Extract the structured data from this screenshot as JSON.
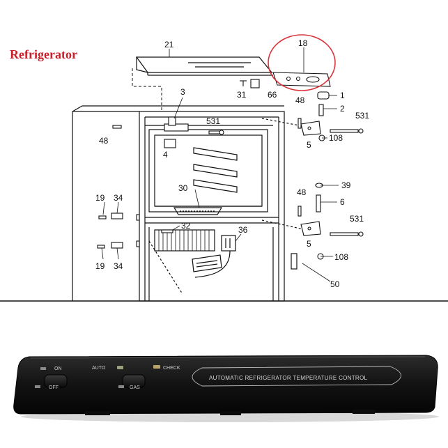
{
  "title": "Refrigerator",
  "colors": {
    "title": "#c8202a",
    "highlight_circle": "#d9363e",
    "panel": "#151515",
    "panel_text": "#d8d8d8"
  },
  "callouts": {
    "c21": "21",
    "c18": "18",
    "c3": "3",
    "c31": "31",
    "c66": "66",
    "c48a": "48",
    "c1": "1",
    "c2": "2",
    "c531a": "531",
    "c48b": "48",
    "c531b": "531",
    "c5a": "5",
    "c108a": "108",
    "c4": "4",
    "c39": "39",
    "c48c": "48",
    "c6": "6",
    "c19a": "19",
    "c34a": "34",
    "c30": "30",
    "c32": "32",
    "c531c": "531",
    "c36": "36",
    "c5b": "5",
    "c19b": "19",
    "c34b": "34",
    "c108b": "108",
    "c50": "50"
  },
  "panel": {
    "on": "ON",
    "off": "OFF",
    "auto": "AUTO",
    "gas": "GAS",
    "check": "CHECK",
    "control_label": "AUTOMATIC REFRIGERATOR TEMPERATURE CONTROL"
  }
}
